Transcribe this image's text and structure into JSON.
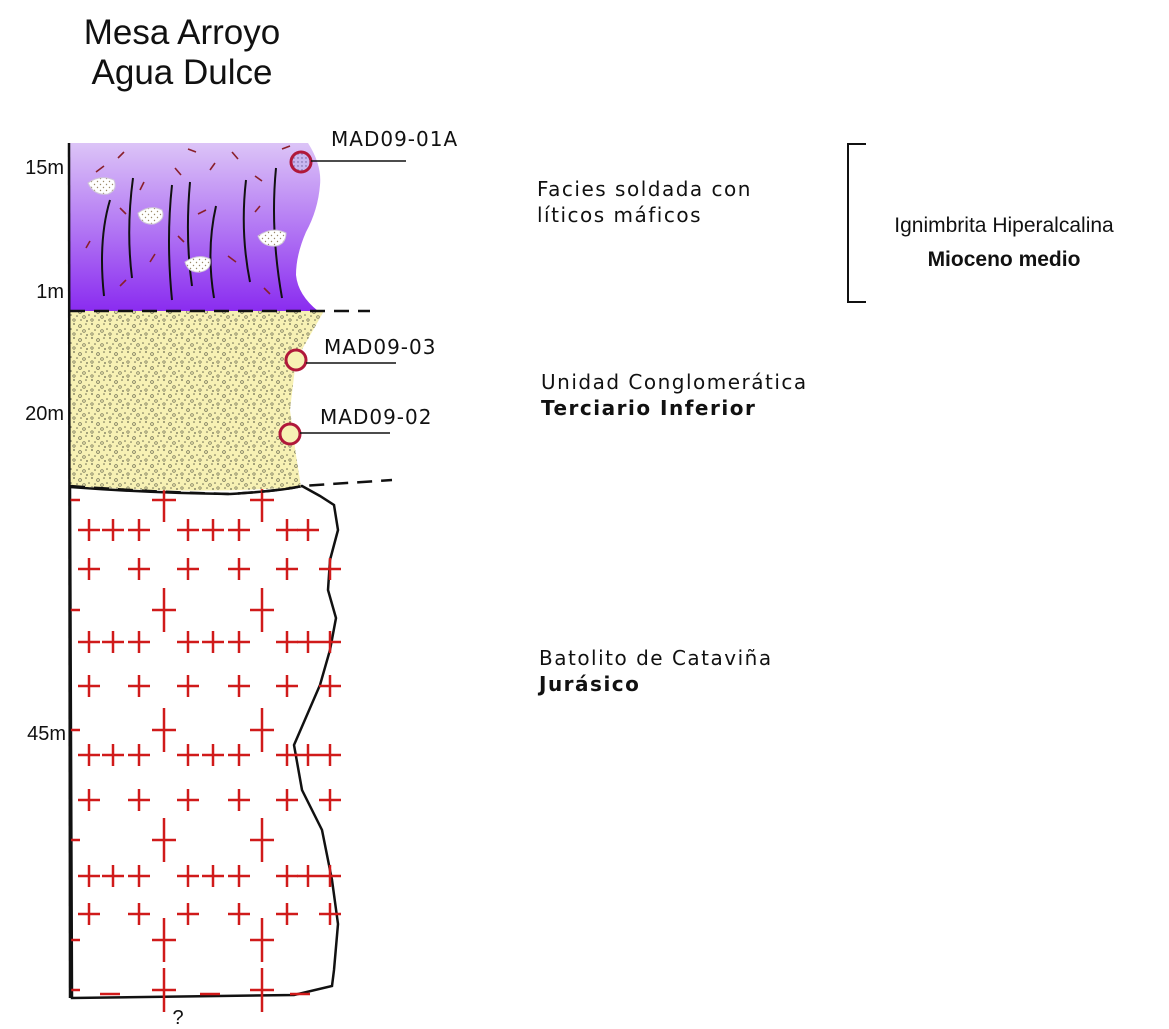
{
  "title": {
    "line1": "Mesa Arroyo",
    "line2": "Agua Dulce"
  },
  "depth_labels": [
    "15m",
    "1m",
    "20m",
    "45m"
  ],
  "bottom_mark": "?",
  "samples": [
    "MAD09-01A",
    "MAD09-03",
    "MAD09-02"
  ],
  "units": {
    "ignimbrite_facies": {
      "line1": "Facies soldada con",
      "line2": "líticos máficos"
    },
    "ignimbrite_group": {
      "name": "Ignimbrita Hiperalcalina",
      "age": "Mioceno medio"
    },
    "conglomerate": {
      "name": "Unidad Conglomerática",
      "age": "Terciario Inferior"
    },
    "batholith": {
      "name": "Batolito de Cataviña",
      "age": "Jurásico"
    }
  },
  "colors": {
    "ignimbrite_top": "#dcc4f7",
    "ignimbrite_bottom": "#8a2cf0",
    "conglomerate_fill": "#f7f1b4",
    "conglomerate_dots": "#6a6a52",
    "granite_cross": "#d01a1a",
    "sample_marker": "#b0183a",
    "fiamme": "#8a1f2a"
  }
}
